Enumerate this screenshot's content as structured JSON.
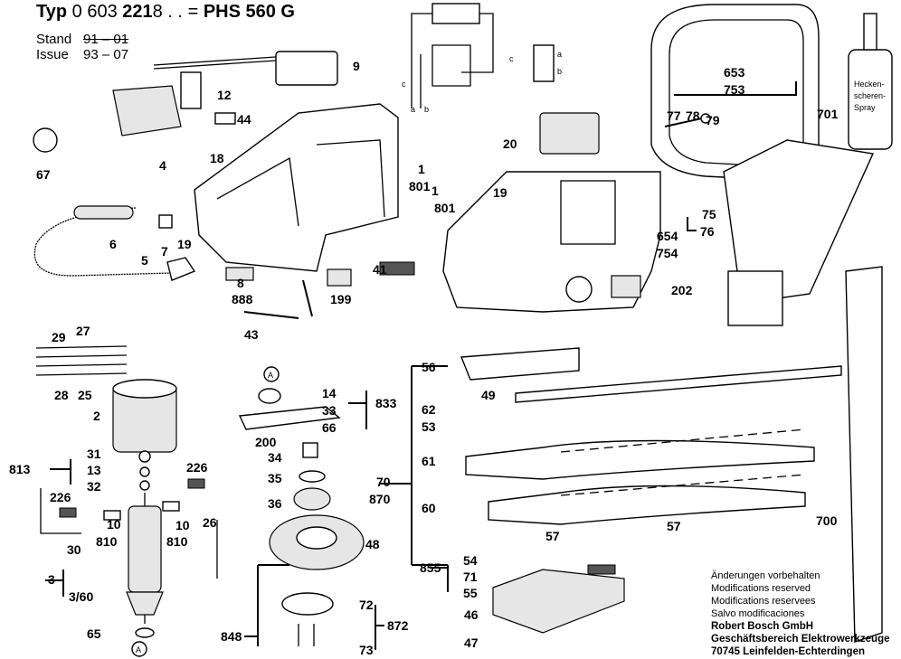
{
  "header": {
    "typ_label": "Typ",
    "typ_number_a": "0 603",
    "typ_number_b": "221",
    "typ_number_c": "8 . .",
    "equals": "=",
    "model": "PHS 560 G",
    "stand_label": "Stand",
    "stand_value": "91 – 01",
    "issue_label": "Issue",
    "issue_value": "93 – 07"
  },
  "footer": {
    "notice_de": "Änderungen vorbehalten",
    "notice_en": "Modifications reserved",
    "notice_fr": "Modifications reservees",
    "notice_es": "Salvo modificaciones",
    "company": "Robert Bosch GmbH",
    "division": "Geschäftsbereich Elektrowerkzeuge",
    "address": "70745 Leinfelden-Echterdingen"
  },
  "spray_label": [
    "Hecken-",
    "scheren-",
    "Spray"
  ],
  "wiring_labels": [
    "c",
    "a",
    "b",
    "c",
    "a",
    "b"
  ],
  "callout_A": "A",
  "labels": [
    "12",
    "44",
    "18",
    "4",
    "67",
    "9",
    "1",
    "801",
    "6",
    "7",
    "19",
    "5",
    "8",
    "888",
    "199",
    "41",
    "43",
    "29",
    "27",
    "28",
    "25",
    "2",
    "31",
    "813",
    "13",
    "32",
    "226",
    "226",
    "10",
    "810",
    "10",
    "810",
    "26",
    "30",
    "3",
    "3/60",
    "65",
    "14",
    "33",
    "66",
    "833",
    "200",
    "34",
    "35",
    "36",
    "48",
    "72",
    "872",
    "848",
    "73",
    "653",
    "753",
    "77",
    "78",
    "79",
    "701",
    "20",
    "19",
    "1",
    "801",
    "75",
    "654",
    "754",
    "76",
    "202",
    "56",
    "49",
    "62",
    "53",
    "70",
    "870",
    "61",
    "60",
    "57",
    "57",
    "855",
    "54",
    "71",
    "55",
    "46",
    "47",
    "700"
  ]
}
